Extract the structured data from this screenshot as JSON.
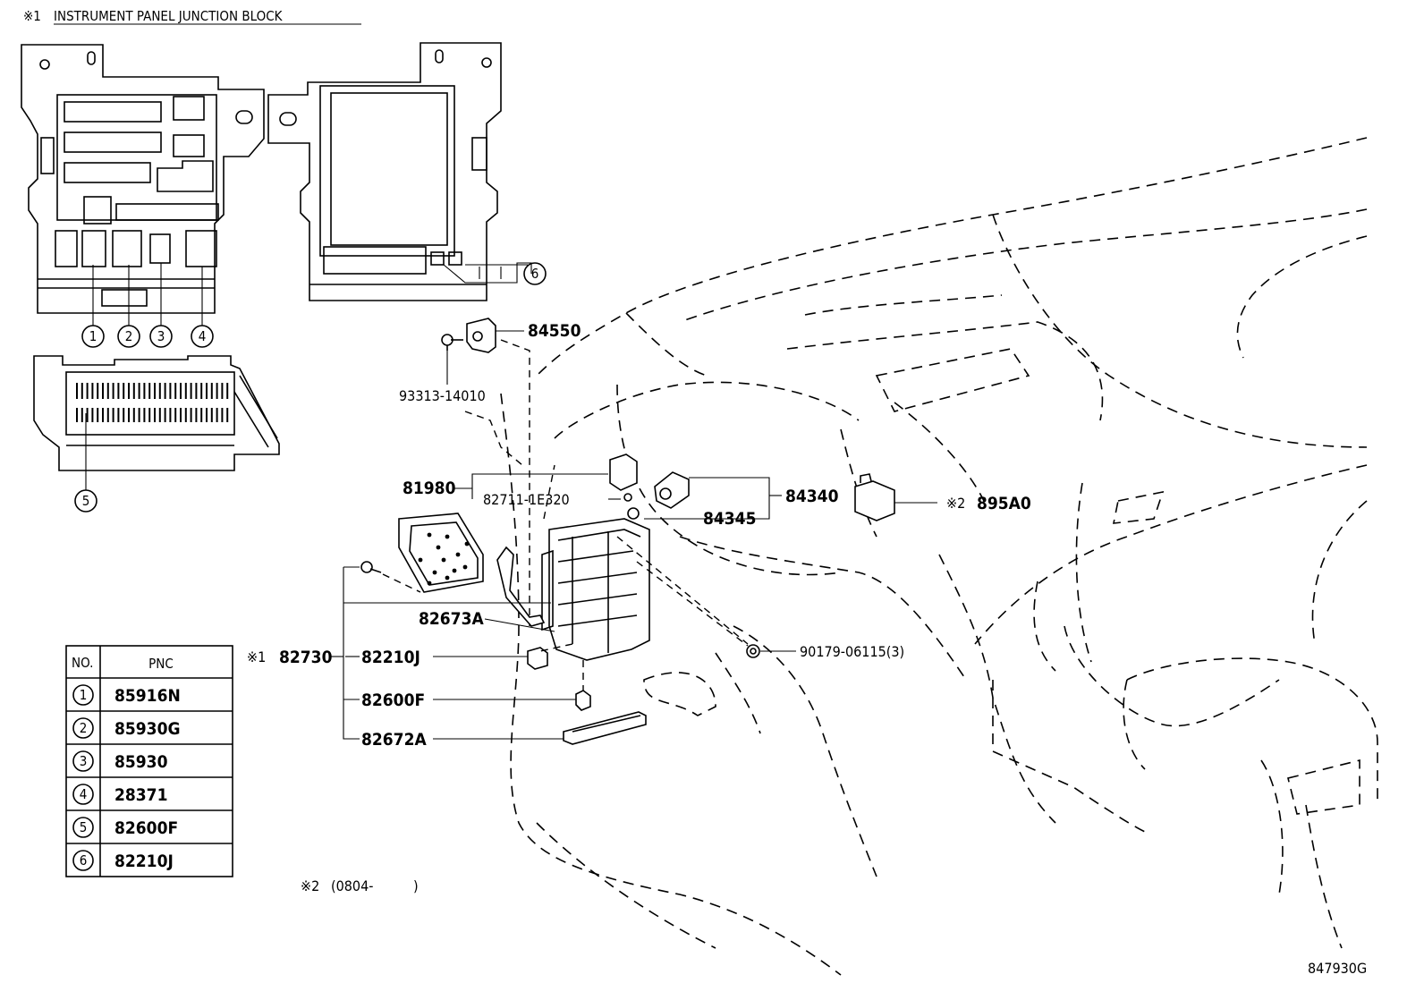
{
  "header": {
    "mark": "※1",
    "title": "INSTRUMENT PANEL JUNCTION BLOCK"
  },
  "callouts": {
    "p84550": "84550",
    "p93313": "93313-14010",
    "p81980": "81980",
    "p82711": "82711-1E320",
    "p84340": "84340",
    "p84345": "84345",
    "p895A0_mark": "※2",
    "p895A0": "895A0",
    "p82673A": "82673A",
    "p82730_mark": "※1",
    "p82730": "82730",
    "p82210J": "82210J",
    "p82600F": "82600F",
    "p82672A": "82672A",
    "p90179": "90179-06115(3)"
  },
  "circle_markers": [
    "1",
    "2",
    "3",
    "4",
    "5",
    "6"
  ],
  "table": {
    "headers": [
      "NO.",
      "PNC"
    ],
    "rows": [
      {
        "no": "1",
        "pnc": "85916N"
      },
      {
        "no": "2",
        "pnc": "85930G"
      },
      {
        "no": "3",
        "pnc": "85930"
      },
      {
        "no": "4",
        "pnc": "28371"
      },
      {
        "no": "5",
        "pnc": "82600F"
      },
      {
        "no": "6",
        "pnc": "82210J"
      }
    ]
  },
  "footnote": {
    "mark": "※2",
    "text": "(0804-",
    "close": ")"
  },
  "diagram_id": "847930G"
}
